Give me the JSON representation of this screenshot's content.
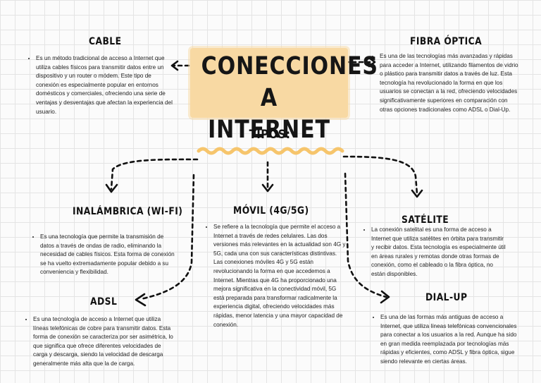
{
  "title": {
    "line1": "CONECCIONES",
    "line2": "A INTERNET"
  },
  "tipos_label": "TIPOS:",
  "sections": {
    "cable": {
      "heading": "CABLE",
      "text": "Es un método tradicional de acceso a Internet que utiliza cables físicos para transmitir datos entre un dispositivo y un router o módem. Este tipo de conexión es especialmente popular en entornos domésticos y comerciales, ofreciendo una serie de ventajas y desventajas que afectan la experiencia del usuario."
    },
    "fibra": {
      "heading": "FIBRA ÓPTICA",
      "text": "Es una de las tecnologías más avanzadas y rápidas para acceder a Internet, utilizando filamentos de vidrio o plástico para transmitir datos a través de luz. Esta tecnología ha revolucionado la forma en que los usuarios se conectan a la red, ofreciendo velocidades significativamente superiores en comparación con otras opciones tradicionales como ADSL o Dial-Up."
    },
    "wifi": {
      "heading": "INALÁMBRICA (WI-FI)",
      "text": "Es una tecnología que permite la transmisión de datos a través de ondas de radio, eliminando la necesidad de cables físicos. Esta forma de conexión se ha vuelto extremadamente popular debido a su conveniencia y flexibilidad."
    },
    "movil": {
      "heading": "MÓVIL (4G/5G)",
      "text": "Se refiere a la tecnología que permite el acceso a Internet a través de redes celulares. Las dos versiones más relevantes en la actualidad son 4G y 5G, cada una con sus características distintivas. Las conexiones móviles 4G y 5G están revolucionando la forma en que accedemos a Internet. Mientras que 4G ha proporcionado una mejora significativa en la conectividad móvil, 5G está preparada para transformar radicalmente la experiencia digital, ofreciendo velocidades más rápidas, menor latencia y una mayor capacidad de conexión."
    },
    "satelite": {
      "heading": "SATÉLITE",
      "text": "La conexión satelital es una forma de acceso a Internet que utiliza satélites en órbita para transmitir y recibir datos. Esta tecnología es especialmente útil en áreas rurales y remotas donde otras formas de conexión, como el cableado o la fibra óptica, no están disponibles."
    },
    "adsl": {
      "heading": "ADSL",
      "text": "Es una tecnología de acceso a Internet que utiliza líneas telefónicas de cobre para transmitir datos. Esta forma de conexión se caracteriza por ser asimétrica, lo que significa que ofrece diferentes velocidades de carga y descarga, siendo la velocidad de descarga generalmente más alta que la de carga."
    },
    "dialup": {
      "heading": "DIAL-UP",
      "text": "Es una de las formas más antiguas de acceso a Internet, que utiliza líneas telefónicas convencionales para conectar a los usuarios a la red. Aunque ha sido en gran medida reemplazada por tecnologías más rápidas y eficientes, como ADSL y fibra óptica, sigue siendo relevante en ciertas áreas."
    }
  },
  "colors": {
    "title_highlight": "#f8d9a3",
    "tipos_underline": "#f6c56c",
    "ink": "#111111"
  }
}
